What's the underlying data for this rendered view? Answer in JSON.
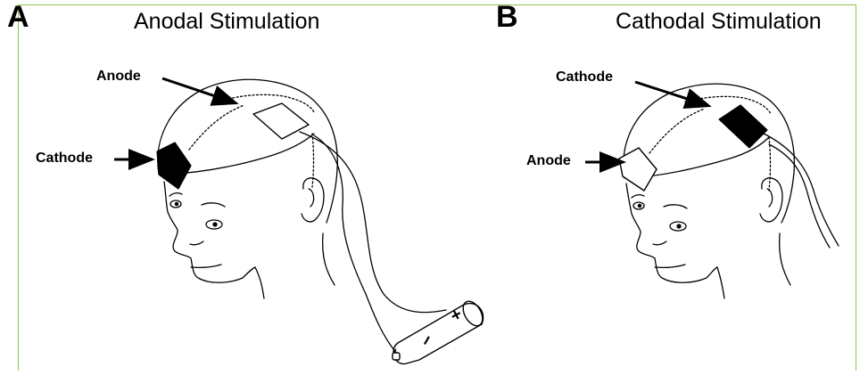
{
  "panel_a": {
    "letter": "A",
    "title": "Anodal Stimulation",
    "label_top": "Anode",
    "label_side": "Cathode",
    "battery_plus": "+",
    "battery_minus": "−"
  },
  "panel_b": {
    "letter": "B",
    "title": "Cathodal Stimulation",
    "label_top": "Cathode",
    "label_side": "Anode"
  },
  "colors": {
    "frame": "#8fc54a",
    "line": "#000000",
    "electrode_dark": "#000000",
    "electrode_light": "#ffffff"
  }
}
